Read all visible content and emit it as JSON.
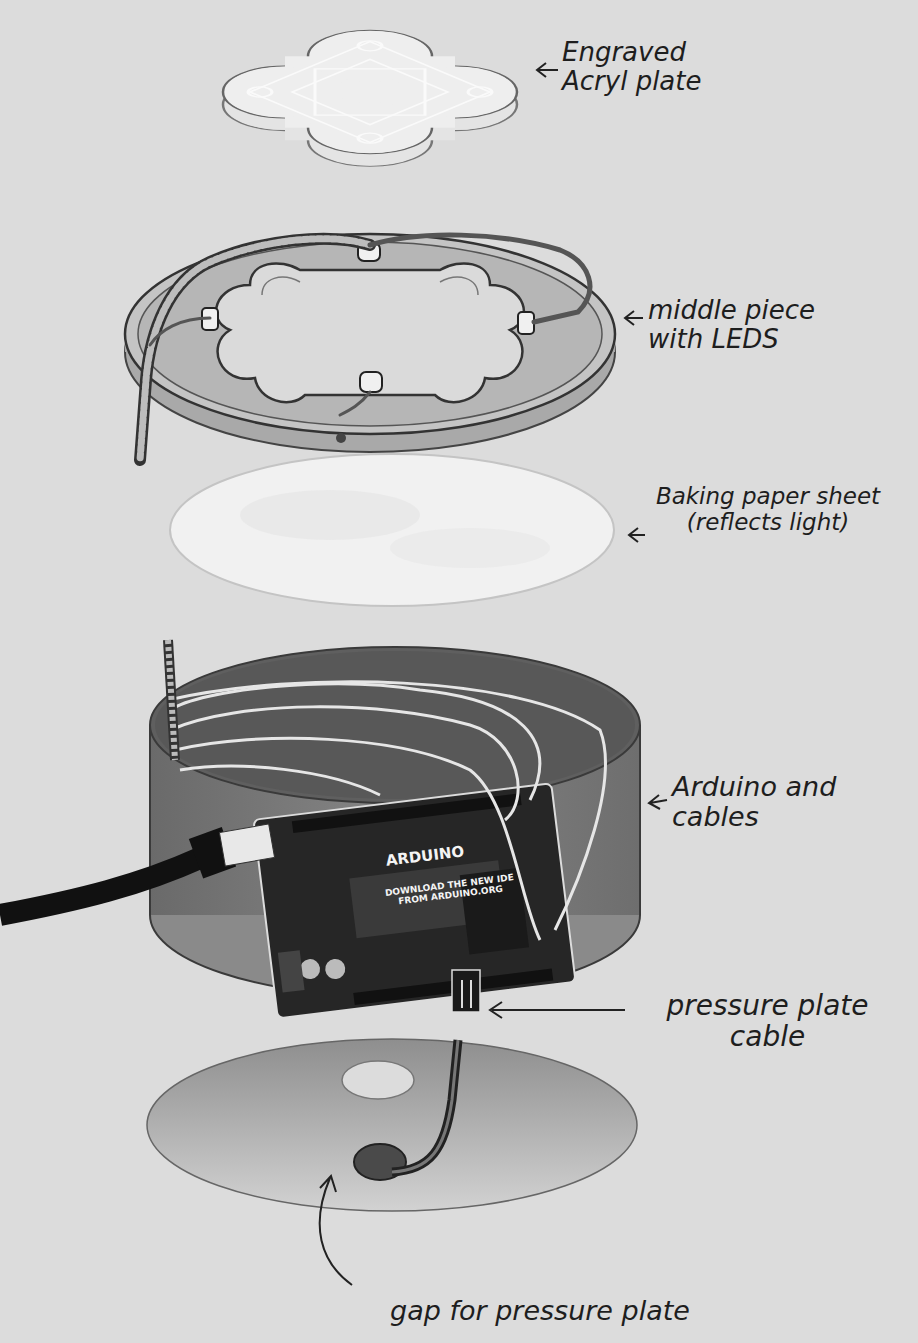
{
  "diagram": {
    "labels": [
      "Engraved Acryl plate",
      "middle piece with LEDS",
      "Baking paper sheet (reflects light)",
      "Arduino and cables",
      "pressure plate cable",
      "gap for pressure plate",
      "ARDUINO",
      "DOWNLOAD THE NEW IDE FROM ARDUINO.ORG"
    ]
  }
}
